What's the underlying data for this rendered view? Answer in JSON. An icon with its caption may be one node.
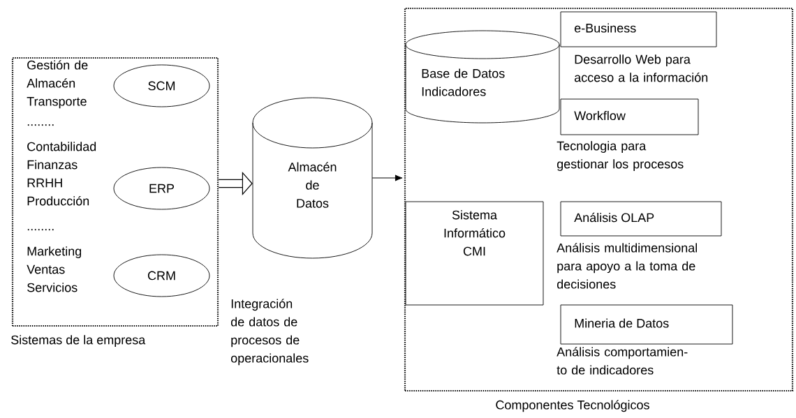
{
  "diagram": {
    "nodes": [
      {
        "text": [
          "Gestión de Almacén Transporte",
          "........",
          "Contabilidad Finanzas RRHH Producción",
          "........",
          "Marketing Ventas Servicios",
          "Sistemas de la empresa"
        ]
      },
      {
        "text": [
          "SCM"
        ],
        "in": 0
      },
      {
        "text": [
          "ERP"
        ],
        "in": 0
      },
      {
        "text": [
          "CRM"
        ],
        "in": 0
      },
      {
        "text": [
          "Almacén de Datos"
        ]
      },
      {
        "text": [
          "Componentes Tecnológicos"
        ]
      },
      {
        "text": [
          "Base de Datos Indicadores"
        ],
        "in": 5
      },
      {
        "text": [
          "e-Business"
        ],
        "in": 5,
        "beside": [
          "Desarrollo Web para acceso a la información"
        ]
      },
      {
        "text": [
          "Workflow"
        ],
        "in": 5,
        "beside": [
          "Tecnologia para gestionar los procesos"
        ]
      },
      {
        "text": [
          "Sistema Informático CMI"
        ],
        "in": 5
      },
      {
        "text": [
          "Análisis OLAP"
        ],
        "in": 5,
        "beside": [
          "Análisis multidimensional para apoyo a la toma de decisiones"
        ]
      },
      {
        "text": [
          "Mineria de Datos"
        ],
        "in": 5,
        "beside": [
          "Análisis comportamien- to de indicadores"
        ]
      }
    ],
    "edges": [
      {
        "from": 0,
        "to": 4,
        "arrow": "to",
        "style": "thick"
      },
      {
        "from": 4,
        "to": 5,
        "arrow": "to"
      }
    ],
    "labels": [
      "Integración de datos de procesos de operacionales"
    ]
  }
}
